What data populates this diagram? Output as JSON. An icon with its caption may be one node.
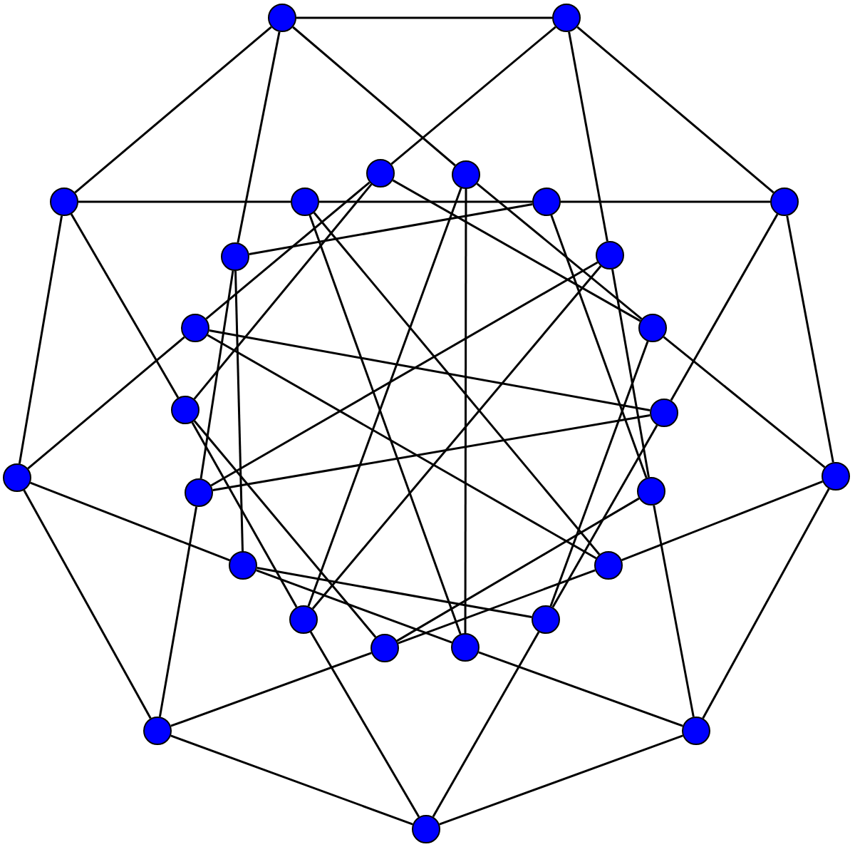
{
  "diagram": {
    "nodes": [
      {
        "text": [],
        "shape": "circle"
      },
      {
        "text": [],
        "shape": "circle"
      },
      {
        "text": [],
        "shape": "circle"
      },
      {
        "text": [],
        "shape": "circle"
      },
      {
        "text": [],
        "shape": "circle"
      },
      {
        "text": [],
        "shape": "circle"
      },
      {
        "text": [],
        "shape": "circle"
      },
      {
        "text": [],
        "shape": "circle"
      },
      {
        "text": [],
        "shape": "circle"
      },
      {
        "text": [],
        "shape": "circle"
      },
      {
        "text": [],
        "shape": "circle"
      },
      {
        "text": [],
        "shape": "circle"
      },
      {
        "text": [],
        "shape": "circle"
      },
      {
        "text": [],
        "shape": "circle"
      },
      {
        "text": [],
        "shape": "circle"
      },
      {
        "text": [],
        "shape": "circle"
      },
      {
        "text": [],
        "shape": "circle"
      },
      {
        "text": [],
        "shape": "circle"
      },
      {
        "text": [],
        "shape": "circle"
      },
      {
        "text": [],
        "shape": "circle"
      },
      {
        "text": [],
        "shape": "circle"
      },
      {
        "text": [],
        "shape": "circle"
      },
      {
        "text": [],
        "shape": "circle"
      },
      {
        "text": [],
        "shape": "circle"
      },
      {
        "text": [],
        "shape": "circle"
      },
      {
        "text": [],
        "shape": "circle"
      },
      {
        "text": [],
        "shape": "circle"
      }
    ],
    "edges": [
      {
        "from": 0,
        "to": 1,
        "arrow": "none"
      },
      {
        "from": 0,
        "to": 3,
        "arrow": "none"
      },
      {
        "from": 0,
        "to": 4,
        "arrow": "none"
      },
      {
        "from": 0,
        "to": 8,
        "arrow": "none"
      },
      {
        "from": 1,
        "to": 2,
        "arrow": "none"
      },
      {
        "from": 1,
        "to": 7,
        "arrow": "none"
      },
      {
        "from": 1,
        "to": 9,
        "arrow": "none"
      },
      {
        "from": 2,
        "to": 10,
        "arrow": "none"
      },
      {
        "from": 2,
        "to": 11,
        "arrow": "none"
      },
      {
        "from": 2,
        "to": 12,
        "arrow": "none"
      },
      {
        "from": 3,
        "to": 11,
        "arrow": "none"
      },
      {
        "from": 3,
        "to": 20,
        "arrow": "none"
      },
      {
        "from": 3,
        "to": 23,
        "arrow": "none"
      },
      {
        "from": 4,
        "to": 5,
        "arrow": "none"
      },
      {
        "from": 4,
        "to": 12,
        "arrow": "none"
      },
      {
        "from": 4,
        "to": 14,
        "arrow": "none"
      },
      {
        "from": 5,
        "to": 6,
        "arrow": "none"
      },
      {
        "from": 5,
        "to": 19,
        "arrow": "none"
      },
      {
        "from": 5,
        "to": 23,
        "arrow": "none"
      },
      {
        "from": 6,
        "to": 7,
        "arrow": "none"
      },
      {
        "from": 6,
        "to": 8,
        "arrow": "none"
      },
      {
        "from": 6,
        "to": 16,
        "arrow": "none"
      },
      {
        "from": 7,
        "to": 13,
        "arrow": "none"
      },
      {
        "from": 7,
        "to": 17,
        "arrow": "none"
      },
      {
        "from": 8,
        "to": 15,
        "arrow": "none"
      },
      {
        "from": 8,
        "to": 18,
        "arrow": "none"
      },
      {
        "from": 9,
        "to": 15,
        "arrow": "none"
      },
      {
        "from": 9,
        "to": 16,
        "arrow": "none"
      },
      {
        "from": 9,
        "to": 20,
        "arrow": "none"
      },
      {
        "from": 10,
        "to": 13,
        "arrow": "none"
      },
      {
        "from": 10,
        "to": 14,
        "arrow": "none"
      },
      {
        "from": 10,
        "to": 19,
        "arrow": "none"
      },
      {
        "from": 11,
        "to": 17,
        "arrow": "none"
      },
      {
        "from": 11,
        "to": 21,
        "arrow": "none"
      },
      {
        "from": 12,
        "to": 20,
        "arrow": "none"
      },
      {
        "from": 12,
        "to": 22,
        "arrow": "none"
      },
      {
        "from": 13,
        "to": 15,
        "arrow": "none"
      },
      {
        "from": 13,
        "to": 21,
        "arrow": "none"
      },
      {
        "from": 14,
        "to": 18,
        "arrow": "none"
      },
      {
        "from": 14,
        "to": 24,
        "arrow": "none"
      },
      {
        "from": 15,
        "to": 24,
        "arrow": "none"
      },
      {
        "from": 16,
        "to": 22,
        "arrow": "none"
      },
      {
        "from": 16,
        "to": 25,
        "arrow": "none"
      },
      {
        "from": 17,
        "to": 19,
        "arrow": "none"
      },
      {
        "from": 17,
        "to": 25,
        "arrow": "none"
      },
      {
        "from": 18,
        "to": 21,
        "arrow": "none"
      },
      {
        "from": 18,
        "to": 23,
        "arrow": "none"
      },
      {
        "from": 19,
        "to": 22,
        "arrow": "none"
      },
      {
        "from": 20,
        "to": 26,
        "arrow": "none"
      },
      {
        "from": 21,
        "to": 26,
        "arrow": "none"
      },
      {
        "from": 22,
        "to": 24,
        "arrow": "none"
      },
      {
        "from": 23,
        "to": 25,
        "arrow": "none"
      },
      {
        "from": 24,
        "to": 26,
        "arrow": "none"
      },
      {
        "from": 25,
        "to": 26,
        "arrow": "none"
      }
    ]
  }
}
